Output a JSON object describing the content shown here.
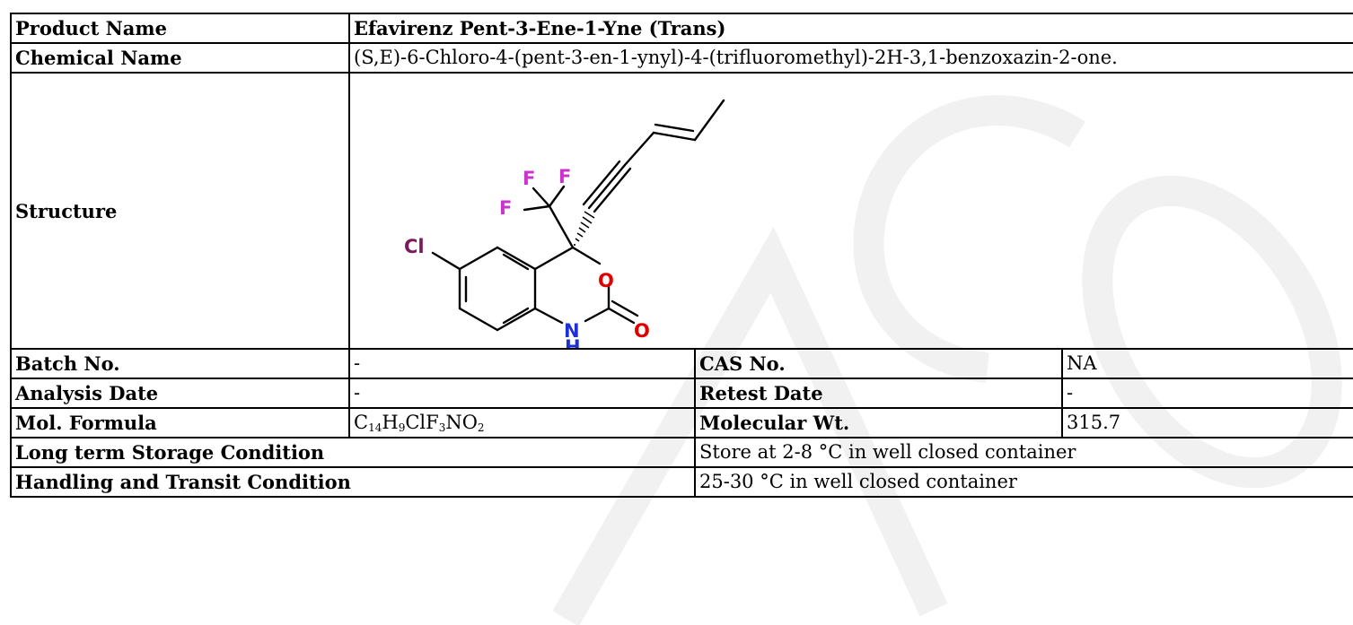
{
  "rows": {
    "product_name": {
      "label": "Product Name",
      "value": "Efavirenz Pent-3-Ene-1-Yne (Trans)"
    },
    "chemical_name": {
      "label": "Chemical Name",
      "value": "(S,E)-6-Chloro-4-(pent-3-en-1-ynyl)-4-(trifluoromethyl)-2H-3,1-benzoxazin-2-one."
    },
    "structure": {
      "label": "Structure"
    },
    "batch": {
      "label": "Batch No.",
      "value": "-",
      "label2": "CAS No.",
      "value2": "NA"
    },
    "analysis": {
      "label": "Analysis Date",
      "value": "-",
      "label2": "Retest Date",
      "value2": "-"
    },
    "formula": {
      "label": "Mol. Formula",
      "parts": [
        {
          "t": "C"
        },
        {
          "t": "14",
          "sub": true
        },
        {
          "t": "H"
        },
        {
          "t": "9",
          "sub": true
        },
        {
          "t": "ClF"
        },
        {
          "t": "3",
          "sub": true
        },
        {
          "t": "NO"
        },
        {
          "t": "2",
          "sub": true
        }
      ],
      "label2": "Molecular Wt.",
      "value2": "315.7"
    },
    "storage": {
      "label": "Long term Storage Condition",
      "value": "Store at 2-8 °C in well closed container"
    },
    "handling": {
      "label": "Handling and Transit Condition",
      "value": "25-30 °C in well closed container"
    }
  },
  "structure_atoms": {
    "F1": "F",
    "F2": "F",
    "F3": "F",
    "Cl": "Cl",
    "O_ring": "O",
    "O_carbonyl": "O",
    "N": "N",
    "H": "H"
  },
  "colors": {
    "F": "#cc33cc",
    "Cl": "#7a1a5a",
    "O": "#e00000",
    "N": "#1f2fd6",
    "bond": "#000000",
    "watermark": "#f1f1f1"
  },
  "watermark_text": ""
}
